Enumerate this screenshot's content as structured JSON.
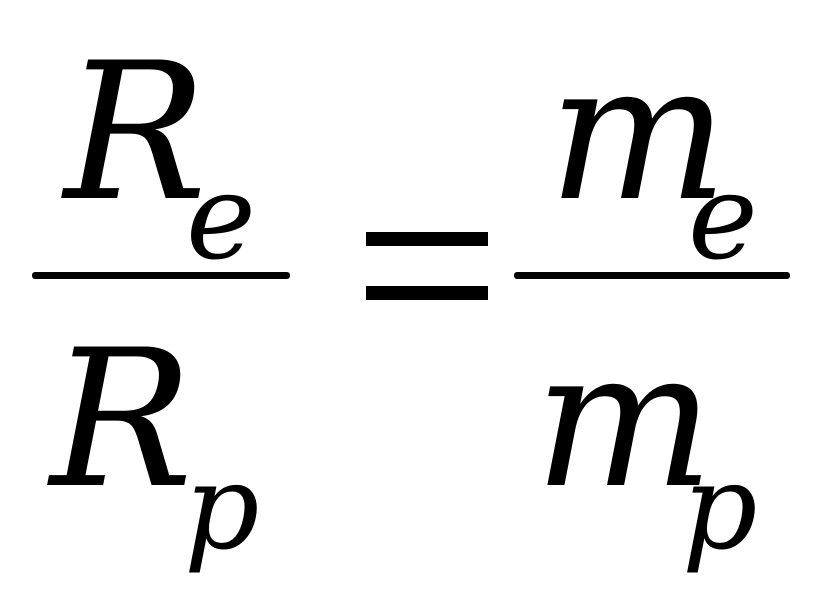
{
  "equation": {
    "left_fraction": {
      "numerator": {
        "base": "R",
        "subscript": "e"
      },
      "denominator": {
        "base": "R",
        "subscript": "p"
      }
    },
    "operator": "=",
    "right_fraction": {
      "numerator": {
        "base": "m",
        "subscript": "e"
      },
      "denominator": {
        "base": "m",
        "subscript": "p"
      }
    }
  },
  "colors": {
    "background": "#ffffff",
    "foreground": "#000000"
  }
}
